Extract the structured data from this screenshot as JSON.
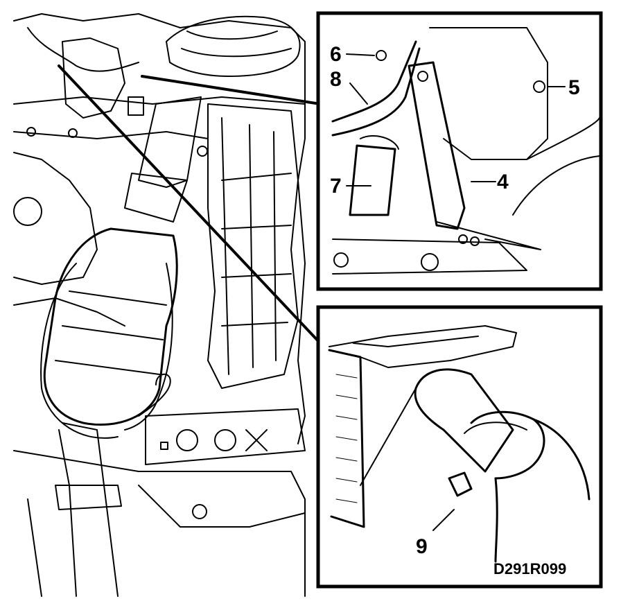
{
  "diagram": {
    "callouts": {
      "c4": "4",
      "c5": "5",
      "c6": "6",
      "c7": "7",
      "c8": "8",
      "c9": "9"
    },
    "figure_code": "D291R099"
  }
}
